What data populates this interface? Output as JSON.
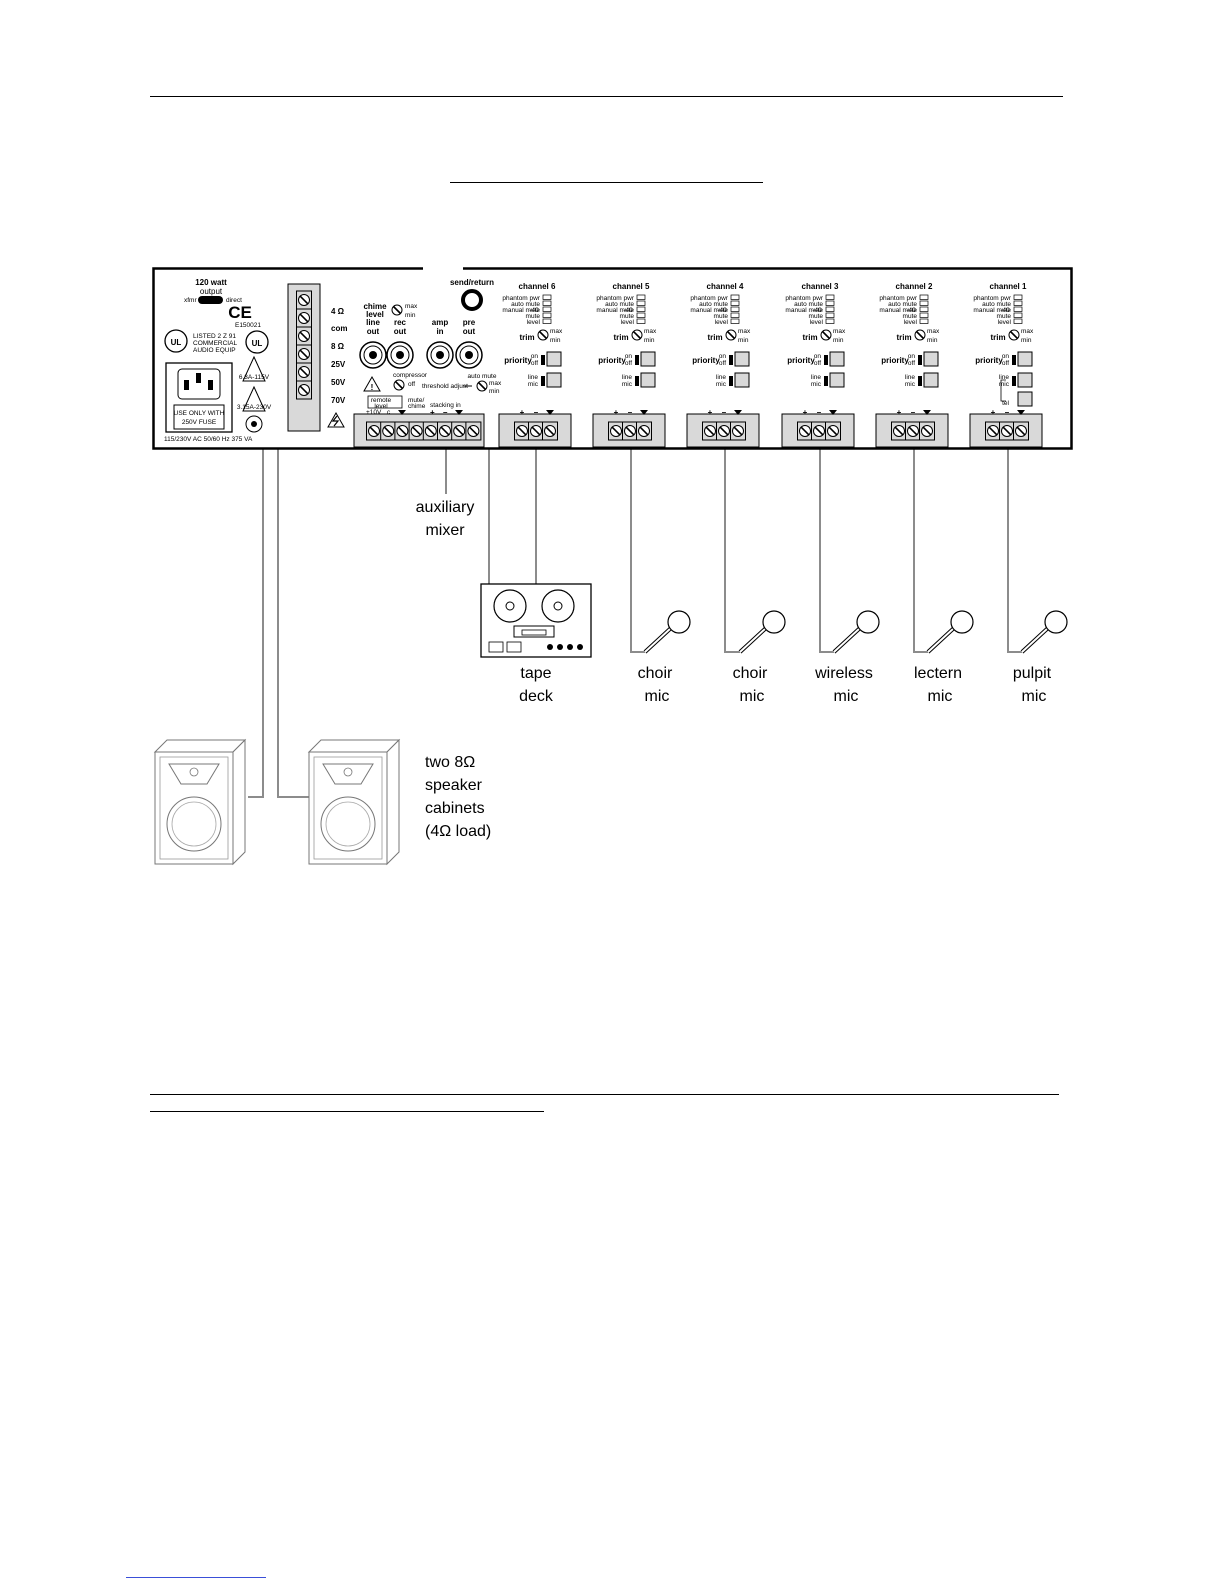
{
  "panel": {
    "output": {
      "line1": "120 watt",
      "line2": "output",
      "xfmr": "xfmr",
      "direct": "direct"
    },
    "cert": {
      "ce_code": "E150021",
      "listed": [
        "LISTED 2 Z 91",
        "COMMERCIAL",
        "AUDIO EQUIP"
      ],
      "fuse": [
        "USE ONLY WITH",
        "250V FUSE"
      ],
      "power_rating": "115/230V AC 50/60 Hz 375 VA",
      "fuse_ratings": [
        "6.3A-115V",
        "3.15A-230V"
      ]
    },
    "speaker_terminals": [
      "4 Ω",
      "com",
      "8 Ω",
      "25V",
      "50V",
      "70V"
    ],
    "chime": {
      "line1": "chime",
      "line2": "level",
      "max": "max",
      "min": "min"
    },
    "jacks": [
      {
        "l1": "line",
        "l2": "out"
      },
      {
        "l1": "rec",
        "l2": "out"
      },
      {
        "l1": "amp",
        "l2": "in"
      },
      {
        "l1": "pre",
        "l2": "out"
      }
    ],
    "send_return": "send/return",
    "compressor": {
      "label": "compressor",
      "off": "off",
      "threshold": "threshold adjust",
      "auto_mute": "auto mute",
      "max": "max",
      "min": "min"
    },
    "aux_block": {
      "remote": "remote",
      "level": "level",
      "plus10v": "+10V",
      "c": "c",
      "mute": "mute/",
      "chime": "chime",
      "stacking": "stacking in",
      "plus": "+",
      "minus": "–"
    },
    "channel_status": [
      "phantom pwr",
      "auto mute",
      "manual mute",
      "mute",
      "level",
      "-40"
    ],
    "trim": "trim",
    "priority": "priority",
    "on": "on",
    "off": "off",
    "line": "line",
    "mic": "mic",
    "tel": "tel",
    "max": "max",
    "min": "min",
    "channels": [
      "channel 6",
      "channel 5",
      "channel 4",
      "channel 3",
      "channel 2",
      "channel 1"
    ]
  },
  "devices": {
    "auxiliary_mixer": [
      "auxiliary",
      "mixer"
    ],
    "tape_deck": [
      "tape",
      "deck"
    ],
    "mics": [
      {
        "l1": "choir",
        "l2": "mic"
      },
      {
        "l1": "choir",
        "l2": "mic"
      },
      {
        "l1": "wireless",
        "l2": "mic"
      },
      {
        "l1": "lectern",
        "l2": "mic"
      },
      {
        "l1": "pulpit",
        "l2": "mic"
      }
    ],
    "speakers": [
      "two 8Ω",
      "speaker",
      "cabinets",
      "(4Ω load)"
    ]
  },
  "colors": {
    "ink": "#000000",
    "panel_fill": "#ffffff",
    "terminal_fill": "#d9d9d9",
    "wire": "#8c8c8c",
    "link": "#3a4fd8"
  }
}
